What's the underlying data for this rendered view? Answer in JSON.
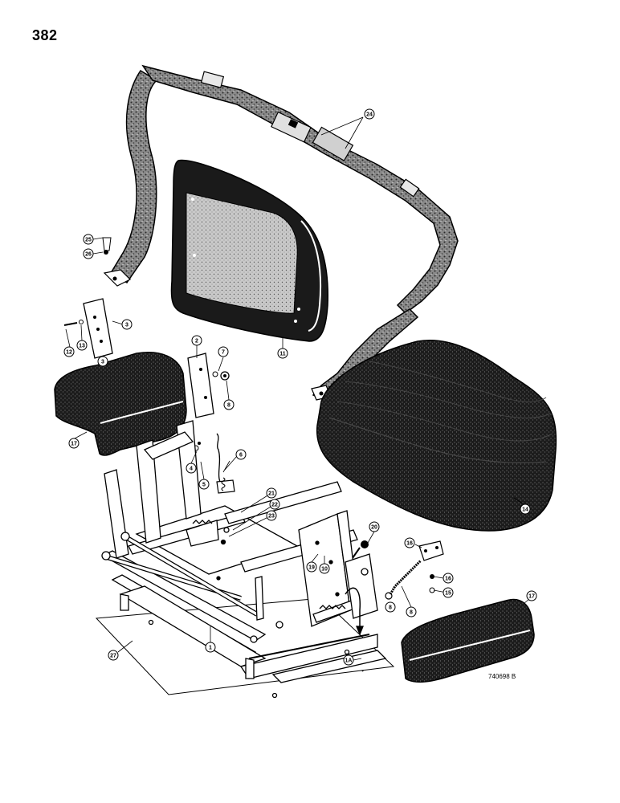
{
  "page": {
    "number": "382",
    "drawing_id": "740698 B"
  },
  "callouts": {
    "c1": "1",
    "c1a": "1A",
    "c2": "2",
    "c3a": "3",
    "c3b": "3",
    "c4": "4",
    "c5": "5",
    "c6": "6",
    "c7": "7",
    "c8a": "8",
    "c8b": "8",
    "c8c": "8",
    "c10": "10",
    "c11": "11",
    "c12": "12",
    "c13": "13",
    "c14": "14",
    "c15": "15",
    "c16a": "16",
    "c16b": "16",
    "c17a": "17",
    "c17b": "17",
    "c19": "19",
    "c20": "20",
    "c21": "21",
    "c22": "22",
    "c23": "23",
    "c24": "24",
    "c25": "25",
    "c26": "26",
    "c27": "27"
  },
  "colors": {
    "ink": "#000000",
    "paper": "#ffffff",
    "cushion": "#1a1a1a",
    "fabric": "#6a6a6a"
  }
}
